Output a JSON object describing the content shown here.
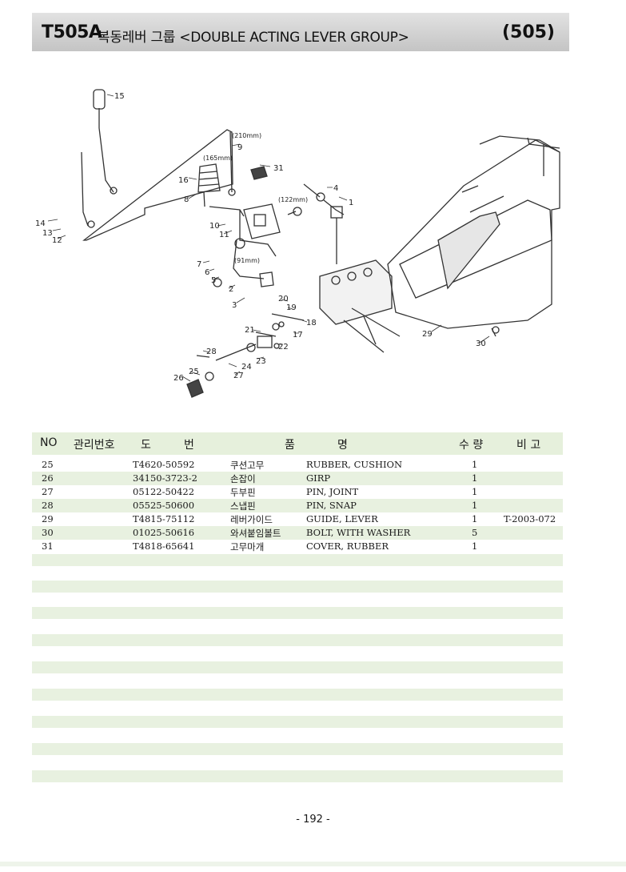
{
  "header": {
    "code": "T505A",
    "title": "복동레버 그룹 <DOUBLE ACTING LEVER GROUP>",
    "group": "(505)"
  },
  "drawing": {
    "callouts": [
      "15",
      "9",
      "31",
      "16",
      "8",
      "4",
      "1",
      "14",
      "13",
      "12",
      "10",
      "11",
      "7",
      "6",
      "5",
      "2",
      "3",
      "20",
      "19",
      "18",
      "17",
      "21",
      "22",
      "23",
      "28",
      "24",
      "27",
      "25",
      "26",
      "29",
      "30"
    ],
    "dims": [
      "(210mm)",
      "(165mm)",
      "(122mm)",
      "(91mm)"
    ]
  },
  "table": {
    "headers": {
      "no": "NO",
      "mgmt": "관리번호",
      "part_a": "도",
      "part_b": "번",
      "name_a": "품",
      "name_b": "명",
      "qty": "수 량",
      "remark": "비 고"
    },
    "rows": [
      {
        "no": "25",
        "part": "T4620-50592",
        "kname": "쿠션고무",
        "ename": "RUBBER, CUSHION",
        "qty": "1",
        "remark": ""
      },
      {
        "no": "26",
        "part": "34150-3723-2",
        "kname": "손잡이",
        "ename": "GIRP",
        "qty": "1",
        "remark": ""
      },
      {
        "no": "27",
        "part": "05122-50422",
        "kname": "두부핀",
        "ename": "PIN, JOINT",
        "qty": "1",
        "remark": ""
      },
      {
        "no": "28",
        "part": "05525-50600",
        "kname": "스냅핀",
        "ename": "PIN, SNAP",
        "qty": "1",
        "remark": ""
      },
      {
        "no": "29",
        "part": "T4815-75112",
        "kname": "레버가이드",
        "ename": "GUIDE, LEVER",
        "qty": "1",
        "remark": "T-2003-072"
      },
      {
        "no": "30",
        "part": "01025-50616",
        "kname": "와셔붙임볼트",
        "ename": "BOLT, WITH WASHER",
        "qty": "5",
        "remark": ""
      },
      {
        "no": "31",
        "part": "T4818-65641",
        "kname": "고무마개",
        "ename": "COVER, RUBBER",
        "qty": "1",
        "remark": ""
      }
    ]
  },
  "footer": {
    "page": "- 192 -"
  }
}
